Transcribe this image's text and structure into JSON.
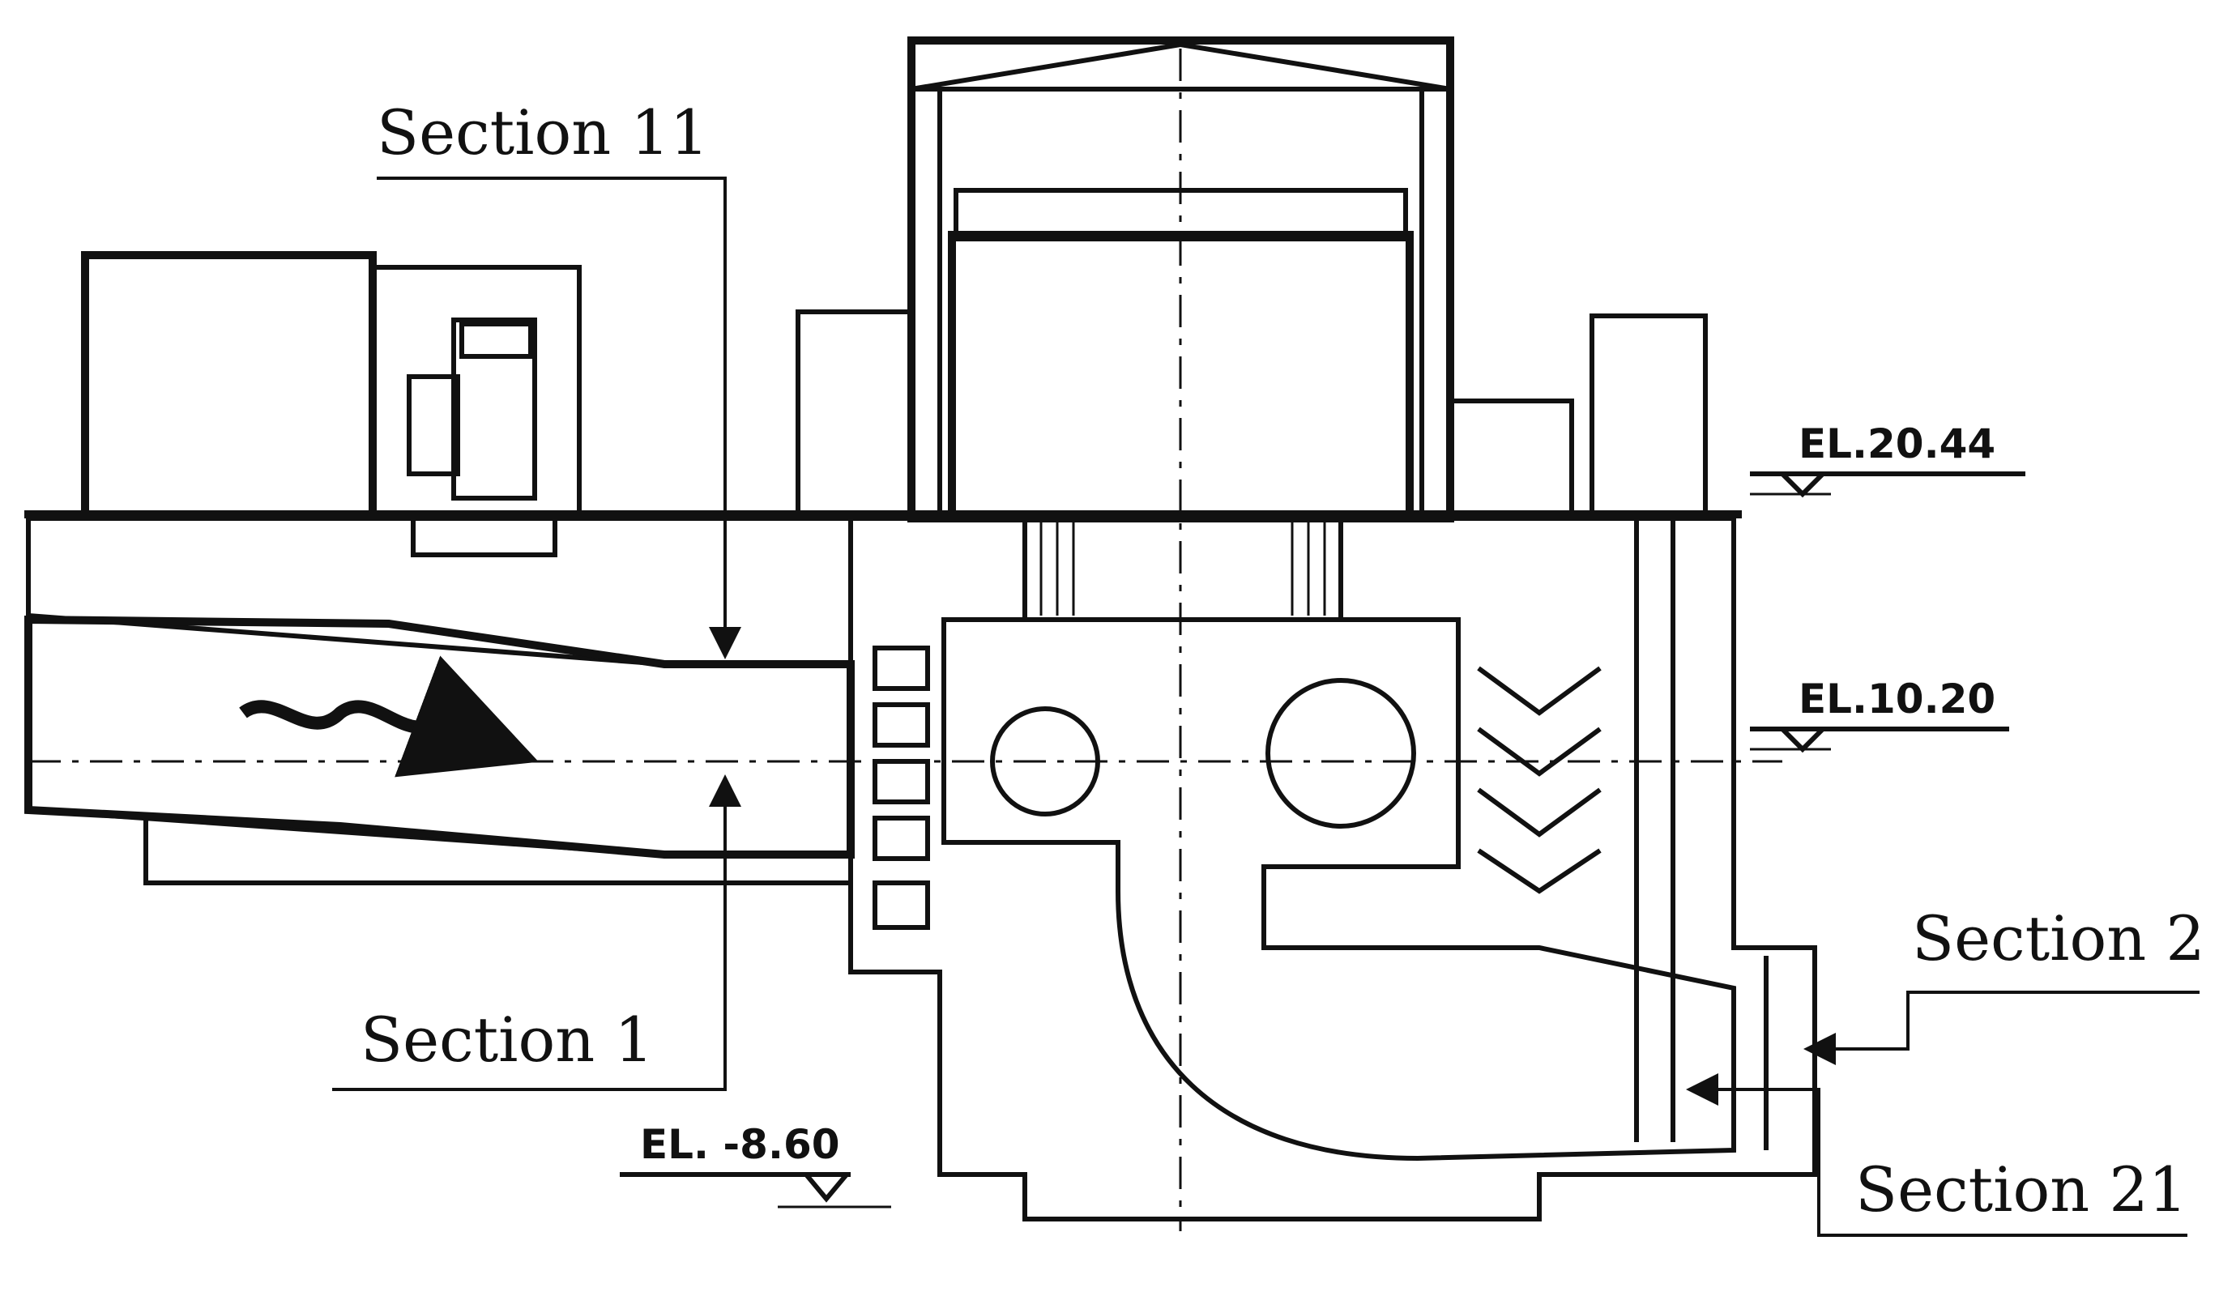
{
  "labels": {
    "section_11": "Section 11",
    "section_1": "Section 1",
    "section_2": "Section 2",
    "section_21": "Section 21"
  },
  "elevations": {
    "top": "EL.20.44",
    "middle": "EL.10.20",
    "bottom": "EL. -8.60"
  },
  "colors": {
    "ink": "#111111",
    "concrete": "#e8e8e8",
    "background": "#ffffff"
  }
}
